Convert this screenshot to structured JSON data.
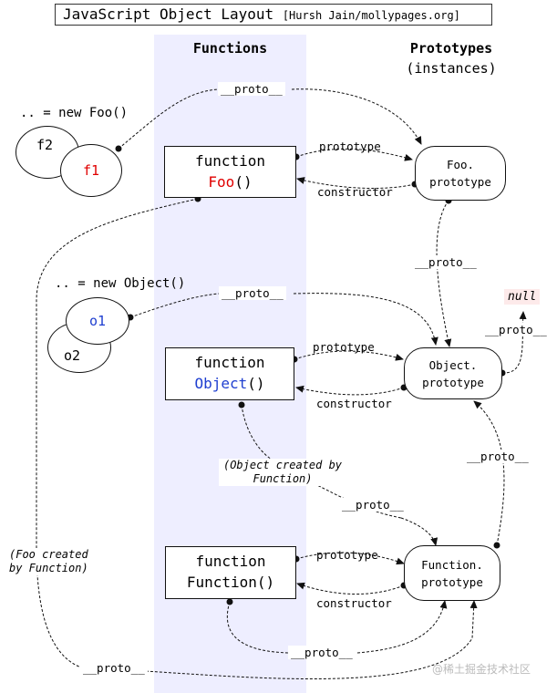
{
  "header": {
    "title": "JavaScript Object Layout",
    "credit": "[Hursh Jain/mollypages.org]"
  },
  "columns": {
    "functions": "Functions",
    "prototypes_line1": "Prototypes",
    "prototypes_line2": "(instances)"
  },
  "labels": {
    "new_foo": ".. = new Foo()",
    "new_object": ".. = new Object()",
    "f1": "f1",
    "f2": "f2",
    "o1": "o1",
    "o2": "o2",
    "proto": "__proto__",
    "prototype": "prototype",
    "constructor": "constructor",
    "null": "null",
    "object_created_by_function": "(Object created by Function)",
    "foo_created_by_function": "(Foo created by Function)"
  },
  "functions": {
    "foo_kw": "function",
    "foo_name": "Foo",
    "foo_paren": "()",
    "object_kw": "function",
    "object_name": "Object",
    "object_paren": "()",
    "function_kw": "function",
    "function_name": "Function()"
  },
  "prototypes": {
    "foo_line1": "Foo.",
    "foo_line2": "prototype",
    "object_line1": "Object.",
    "object_line2": "prototype",
    "function_line1": "Function.",
    "function_line2": "prototype"
  },
  "watermark": "@稀土掘金技术社区",
  "colors": {
    "function_column": "#eeeeff",
    "foo_name": "#e00000",
    "object_name": "#1f3fd0",
    "null_bg": "#fdeaea"
  }
}
